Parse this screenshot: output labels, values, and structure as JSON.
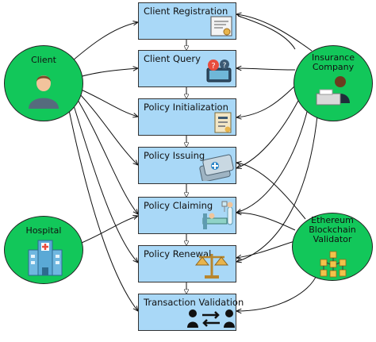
{
  "boxes": {
    "client_registration": "Client Registration",
    "client_query": "Client Query",
    "policy_initialization": "Policy Initialization",
    "policy_issuing": "Policy Issuing",
    "policy_claiming": "Policy Claiming",
    "policy_renewal": "Policy Renewal",
    "transaction_validation": "Transaction Validation"
  },
  "actors": {
    "client": "Client",
    "insurance_line1": "Insurance",
    "insurance_line2": "Company",
    "hospital": "Hospital",
    "validator_line1": "Ethereum",
    "validator_line2": "Blockchain",
    "validator_line3": "Validator"
  },
  "icons": {
    "client_registration": "certificate-icon",
    "client_query": "help-desk-icon",
    "policy_initialization": "document-icon",
    "policy_issuing": "insurance-card-icon",
    "policy_claiming": "hospital-bed-icon",
    "policy_renewal": "scales-icon",
    "transaction_validation": "exchange-users-icon",
    "client": "person-icon",
    "insurance": "office-worker-icon",
    "hospital": "hospital-building-icon",
    "validator": "blockchain-cubes-icon"
  },
  "colors": {
    "box_fill": "#a9d8f7",
    "actor_fill": "#12c75a"
  }
}
